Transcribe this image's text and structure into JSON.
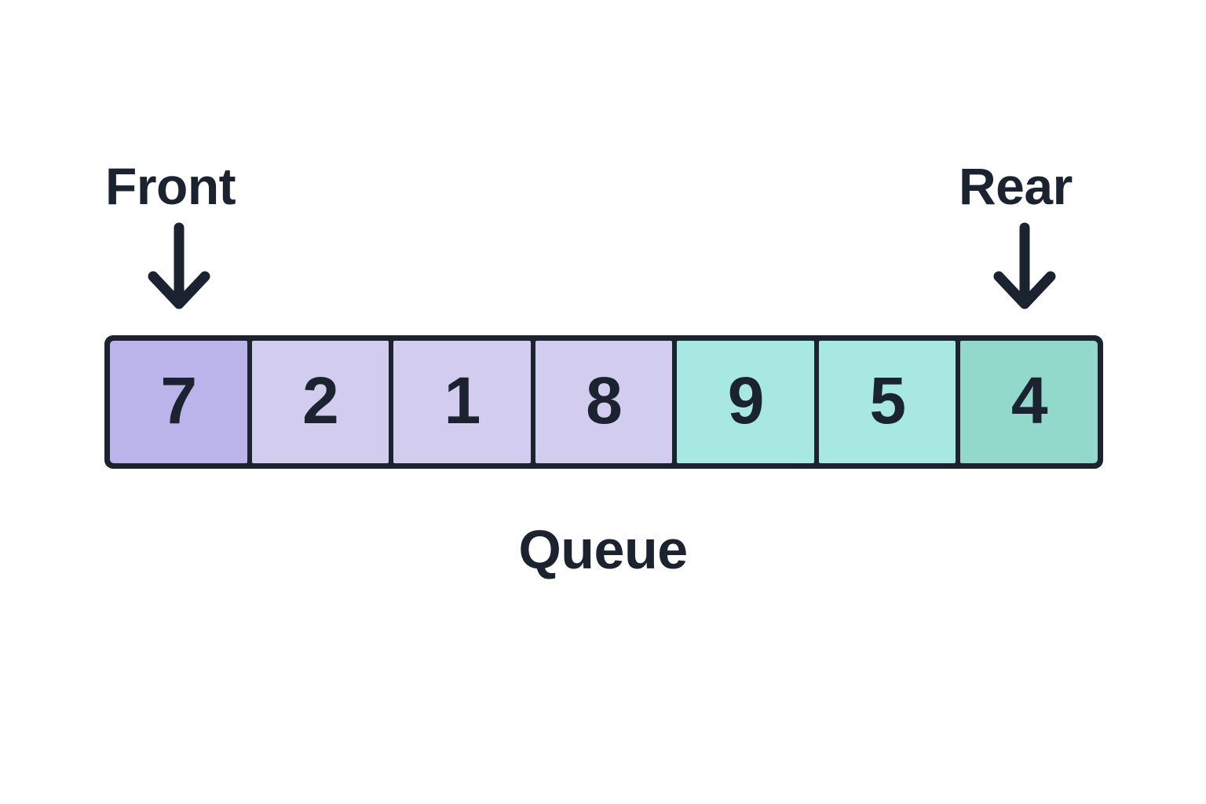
{
  "diagram": {
    "caption": "Queue",
    "border_color": "#1d232e",
    "text_color": "#1b2230",
    "background_color": "#ffffff",
    "pointers": [
      {
        "label": "Front",
        "icon": "arrow-down-icon",
        "target_index": 0
      },
      {
        "label": "Rear",
        "icon": "arrow-down-icon",
        "target_index": 6
      }
    ],
    "cells": [
      {
        "value": "7",
        "fill": "#bab4ea",
        "role": "front"
      },
      {
        "value": "2",
        "fill": "#d2cdef",
        "role": "body"
      },
      {
        "value": "1",
        "fill": "#d2cdef",
        "role": "body"
      },
      {
        "value": "8",
        "fill": "#d2cdef",
        "role": "body"
      },
      {
        "value": "9",
        "fill": "#a8e8e3",
        "role": "body"
      },
      {
        "value": "5",
        "fill": "#a8e8e3",
        "role": "body"
      },
      {
        "value": "4",
        "fill": "#92d9cb",
        "role": "rear"
      }
    ]
  }
}
